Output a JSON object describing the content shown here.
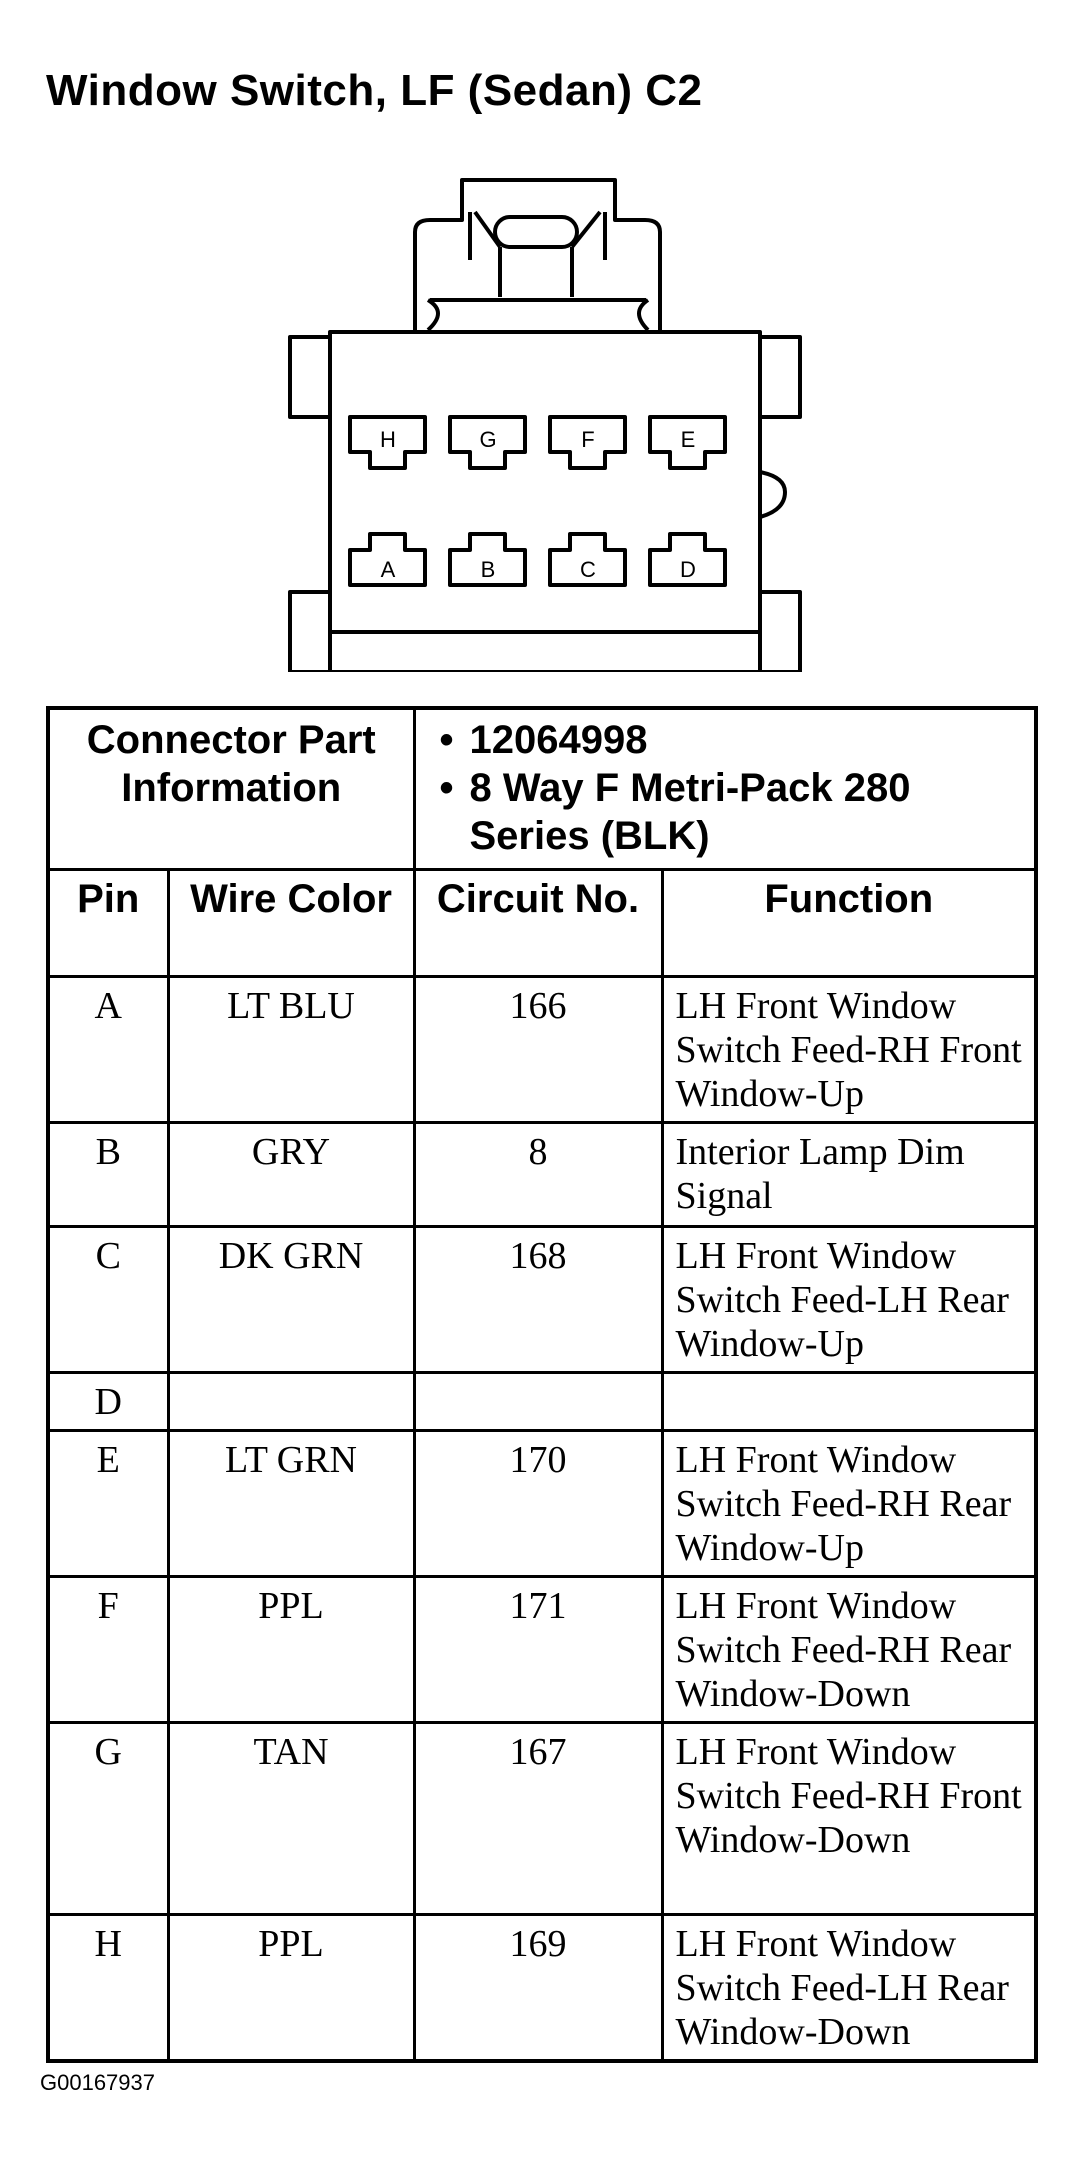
{
  "title": "Window Switch, LF (Sedan) C2",
  "connector": {
    "cavity_labels_top": [
      "H",
      "G",
      "F",
      "E"
    ],
    "cavity_labels_bottom": [
      "A",
      "B",
      "C",
      "D"
    ]
  },
  "table": {
    "info_label": "Connector Part Information",
    "info_items": [
      "12064998",
      "8 Way F Metri-Pack 280 Series (BLK)"
    ],
    "headers": [
      "Pin",
      "Wire Color",
      "Circuit No.",
      "Function"
    ],
    "rows": [
      {
        "pin": "A",
        "color": "LT BLU",
        "circuit": "166",
        "function": "LH Front Window Switch Feed-RH Front Window-Up"
      },
      {
        "pin": "B",
        "color": "GRY",
        "circuit": "8",
        "function": "Interior Lamp Dim Signal"
      },
      {
        "pin": "C",
        "color": "DK GRN",
        "circuit": "168",
        "function": "LH Front Window Switch Feed-LH Rear Window-Up"
      },
      {
        "pin": "D",
        "color": "",
        "circuit": "",
        "function": ""
      },
      {
        "pin": "E",
        "color": "LT GRN",
        "circuit": "170",
        "function": "LH Front Window Switch Feed-RH Rear Window-Up"
      },
      {
        "pin": "F",
        "color": "PPL",
        "circuit": "171",
        "function": "LH Front Window Switch Feed-RH Rear Window-Down"
      },
      {
        "pin": "G",
        "color": "TAN",
        "circuit": "167",
        "function": "LH Front Window Switch Feed-RH Front Window-Down"
      },
      {
        "pin": "H",
        "color": "PPL",
        "circuit": "169",
        "function": "LH Front Window Switch Feed-LH Rear Window-Down"
      }
    ]
  },
  "figure_id": "G00167937"
}
